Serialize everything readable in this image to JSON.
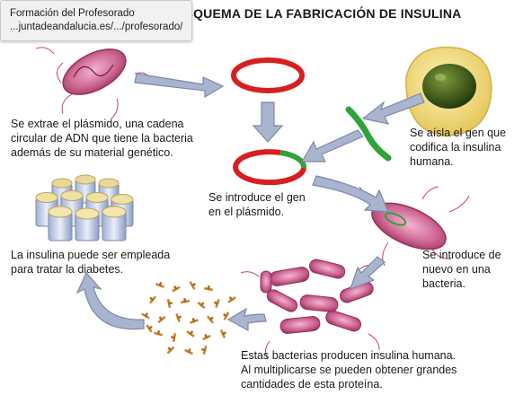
{
  "tooltip": {
    "title": "Formación del Profesorado",
    "url": "...juntadeandalucia.es/.../profesorado/"
  },
  "diagram": {
    "title": "ESQUEMA DE LA FABRICACIÓN DE INSULINA",
    "captions": {
      "extract": "Se extrae el plásmido, una cadena\ncircular de ADN que tiene la bacteria\nademás de su material genético.",
      "isolate": "Se aísla el gen que\ncodifica la insulina\nhumana.",
      "insert_gene": "Se introduce el gen\nen el plásmido.",
      "reinsert": "Se introduce de\nnuevo en una\nbacteria.",
      "use": "La insulina puede ser empleada\npara tratar la diabetes.",
      "produce": "Estas bacterias producen insulina humana.\nAl multiplicarse se pueden obtener grandes\ncantidades de esta proteína."
    },
    "colors": {
      "plasmid_red": "#d81f1f",
      "gene_green": "#2fa33a",
      "bacterium": "#c2457a",
      "arrow": "#a9b4cf",
      "arrow_stroke": "#7d89a8",
      "cell_nucleus": "#3d5c16",
      "insulin": "#c9862f"
    }
  }
}
